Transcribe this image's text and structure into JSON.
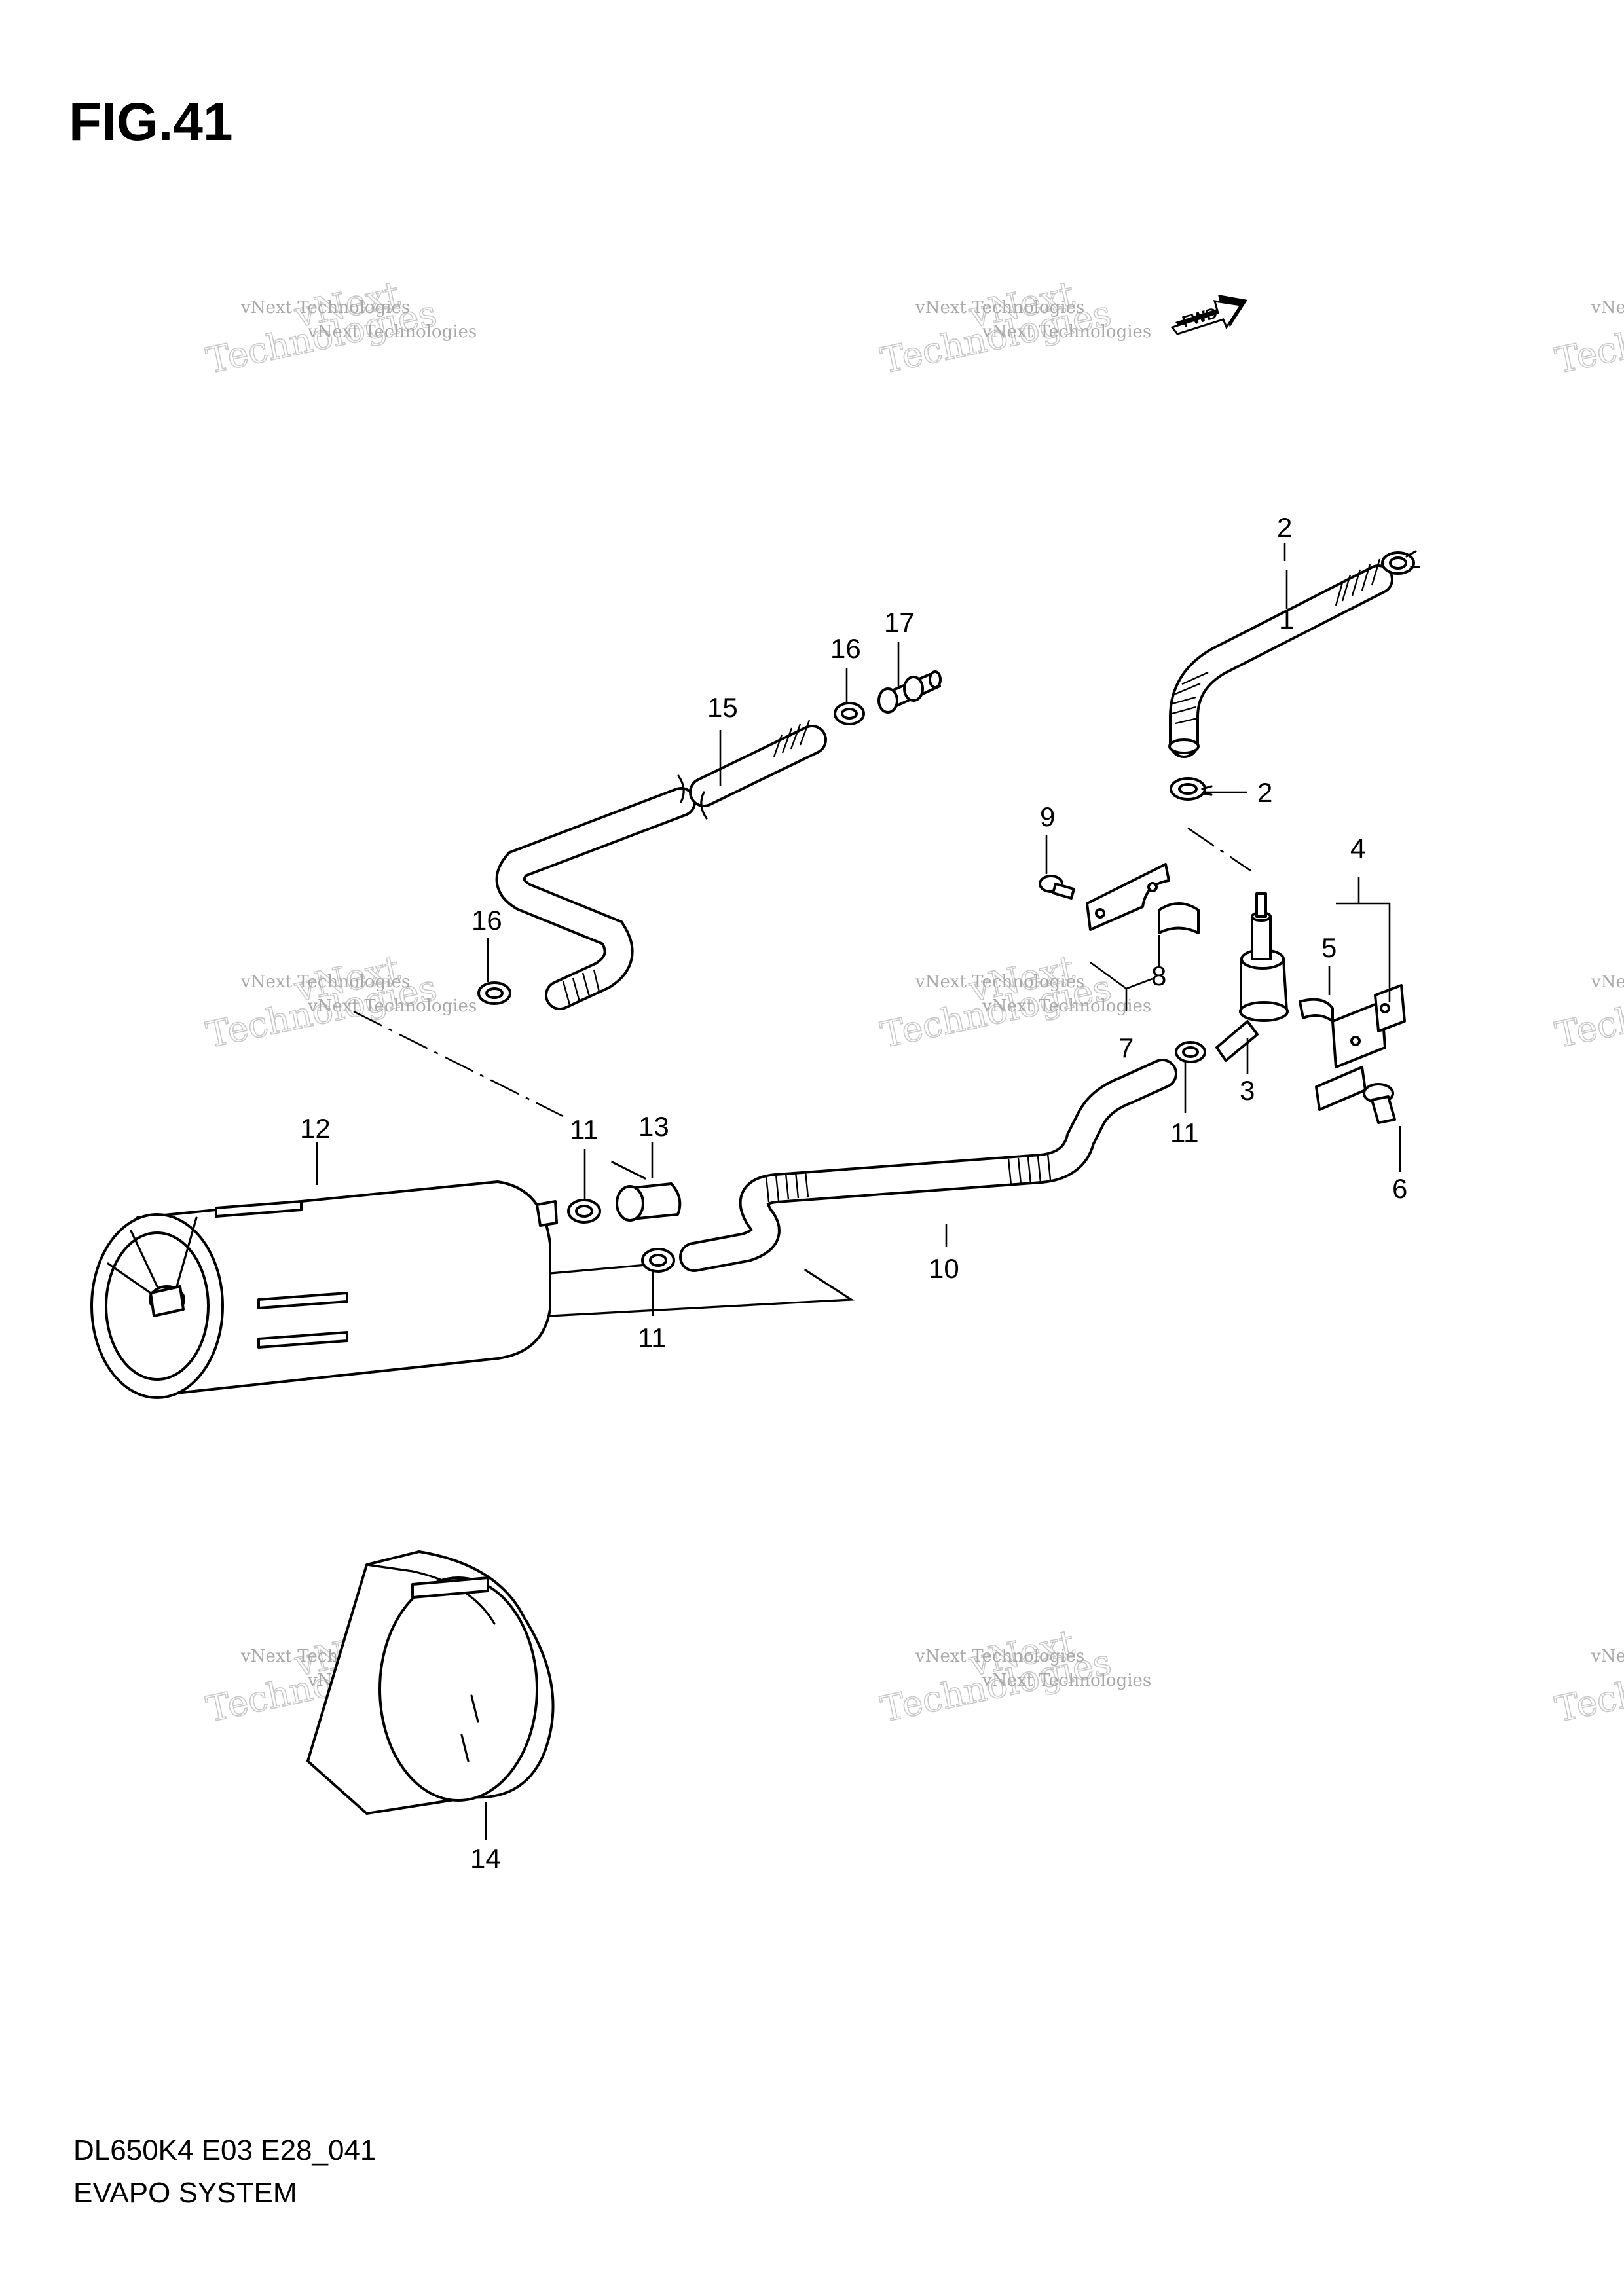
{
  "figure": {
    "title": "FIG.41",
    "code": "DL650K4 E03 E28_041",
    "name": "EVAPO SYSTEM",
    "fwd_label": "FWD"
  },
  "watermark": {
    "line1": "vNext Technologies",
    "line2": "vNext",
    "line3": "Technologies"
  },
  "callouts": {
    "c1": "1",
    "c2a": "2",
    "c2b": "2",
    "c3": "3",
    "c4": "4",
    "c5": "5",
    "c6": "6",
    "c7": "7",
    "c8": "8",
    "c9": "9",
    "c10": "10",
    "c11a": "11",
    "c11b": "11",
    "c11c": "11",
    "c12": "12",
    "c13": "13",
    "c14": "14",
    "c15": "15",
    "c16a": "16",
    "c16b": "16",
    "c17": "17"
  }
}
